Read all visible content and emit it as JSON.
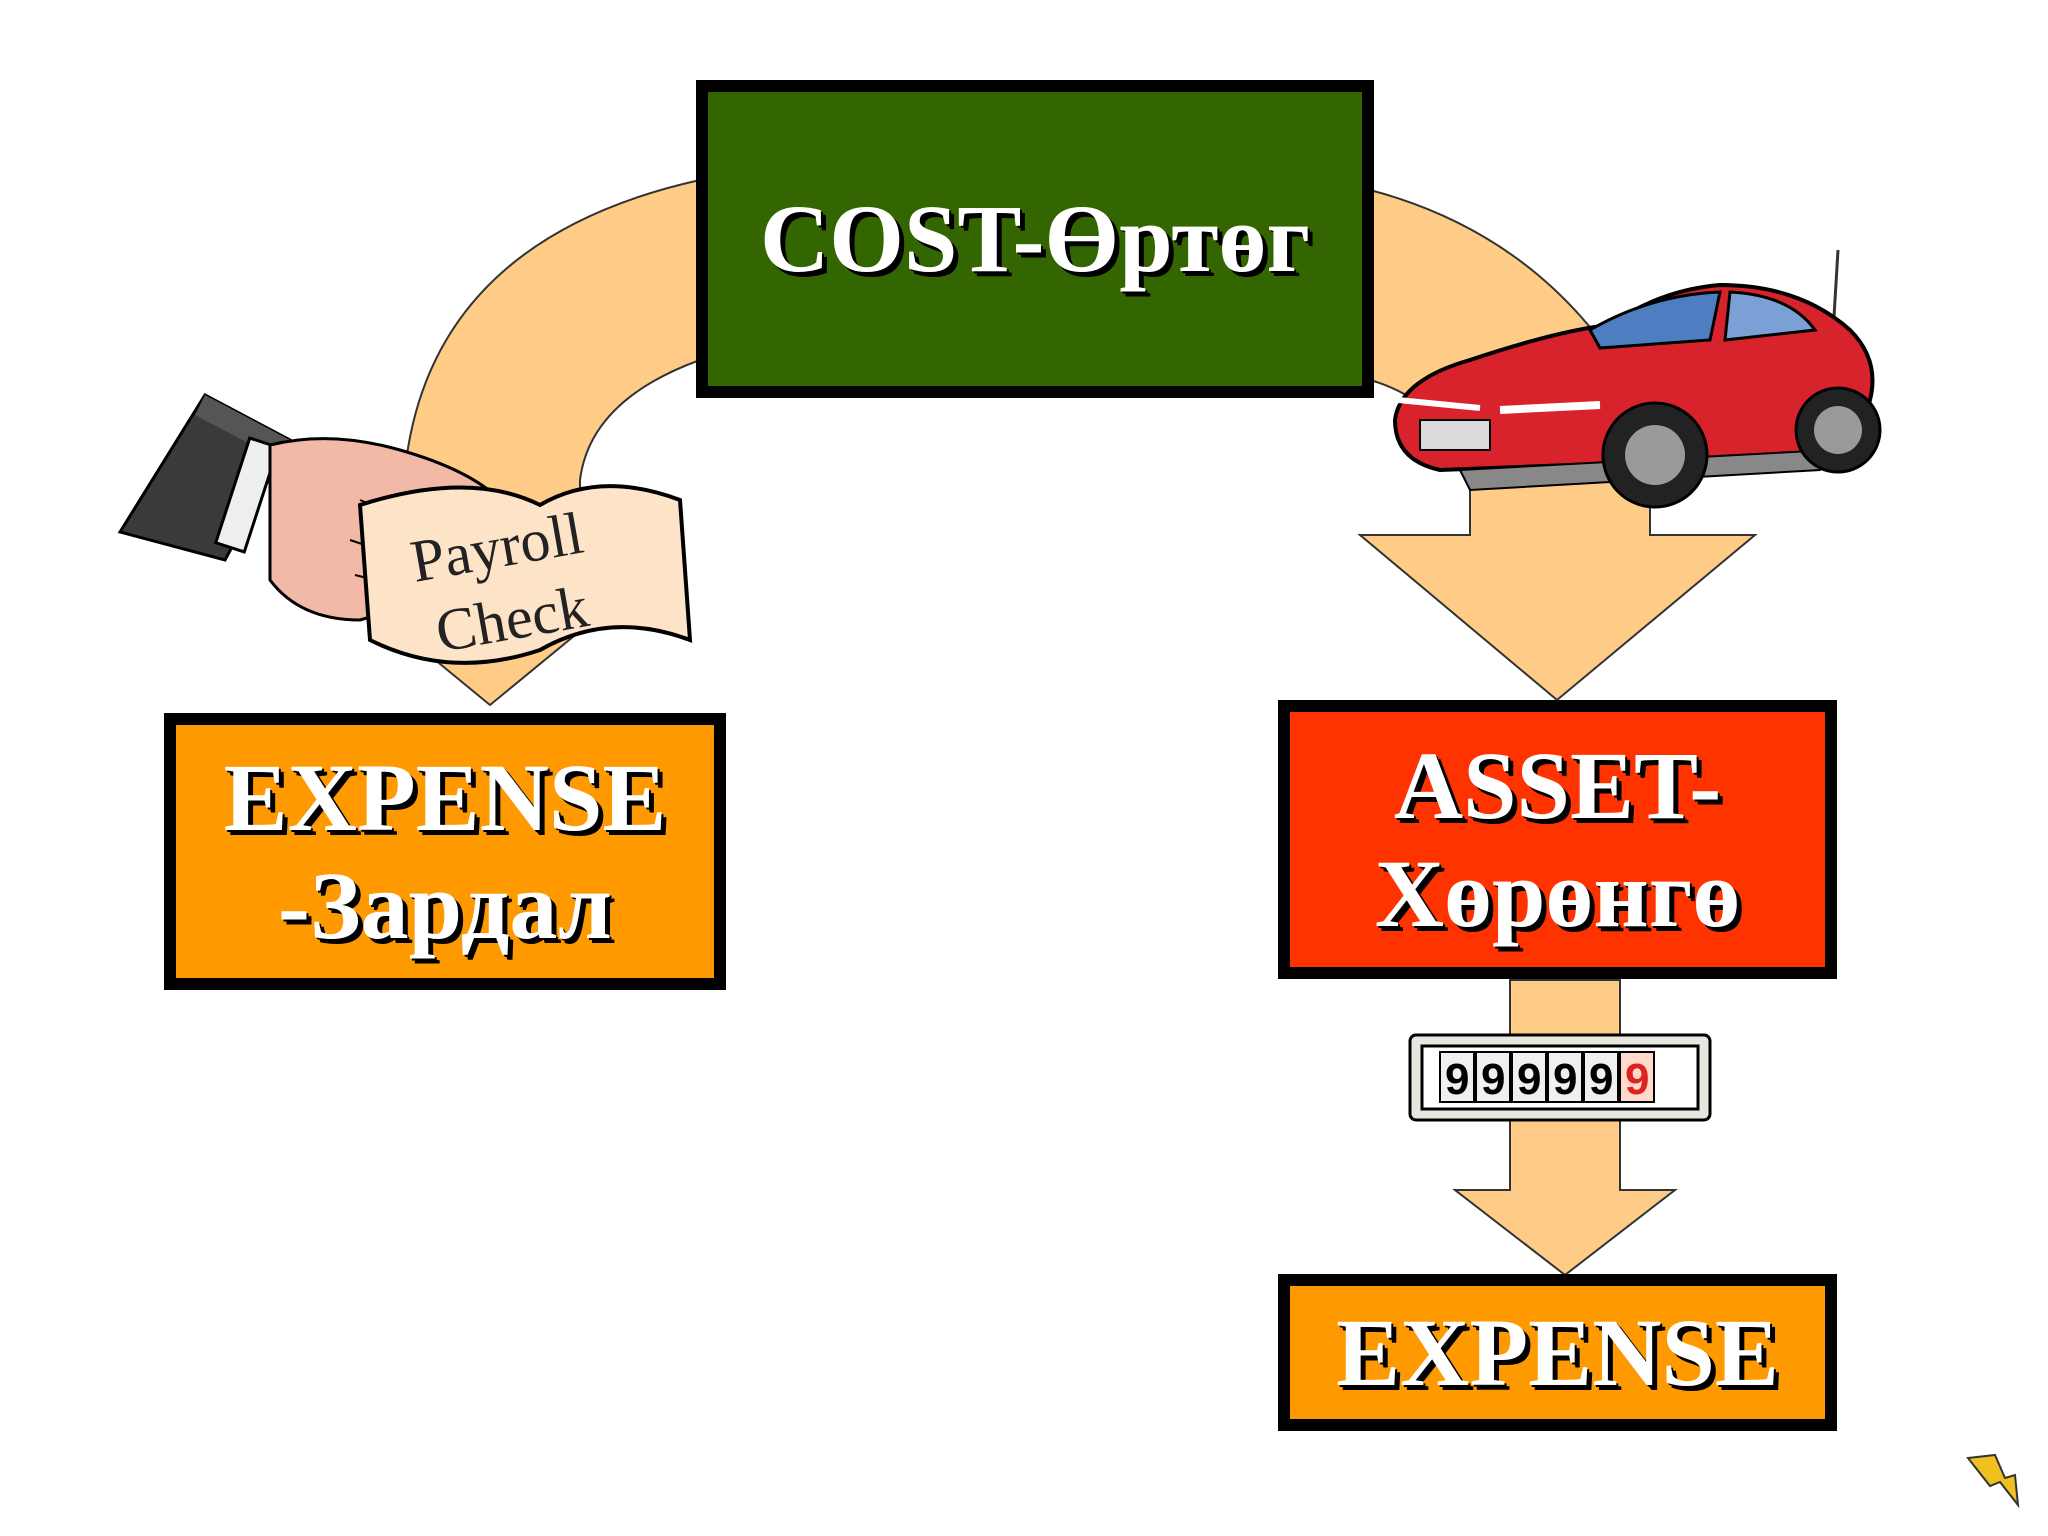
{
  "diagram": {
    "cost_box": {
      "line1": "COST-Өртөг",
      "color": "#336600"
    },
    "expense_left_box": {
      "line1": "EXPENSE",
      "line2": "-Зардал",
      "color": "#ff9900"
    },
    "asset_box": {
      "line1": "ASSET-",
      "line2": "Хөрөнгө",
      "color": "#ff3300"
    },
    "expense_right_box": {
      "line1": "EXPENSE",
      "color": "#ff9900"
    },
    "arrow_color": "#ffcc88",
    "payroll_check": {
      "line1": "Payroll",
      "line2": "Check"
    },
    "odometer": {
      "digits": [
        "9",
        "9",
        "9",
        "9",
        "9",
        "9"
      ]
    },
    "icons": [
      "hand-with-check-icon",
      "red-car-icon",
      "odometer-icon",
      "lightning-bolt-icon"
    ]
  }
}
